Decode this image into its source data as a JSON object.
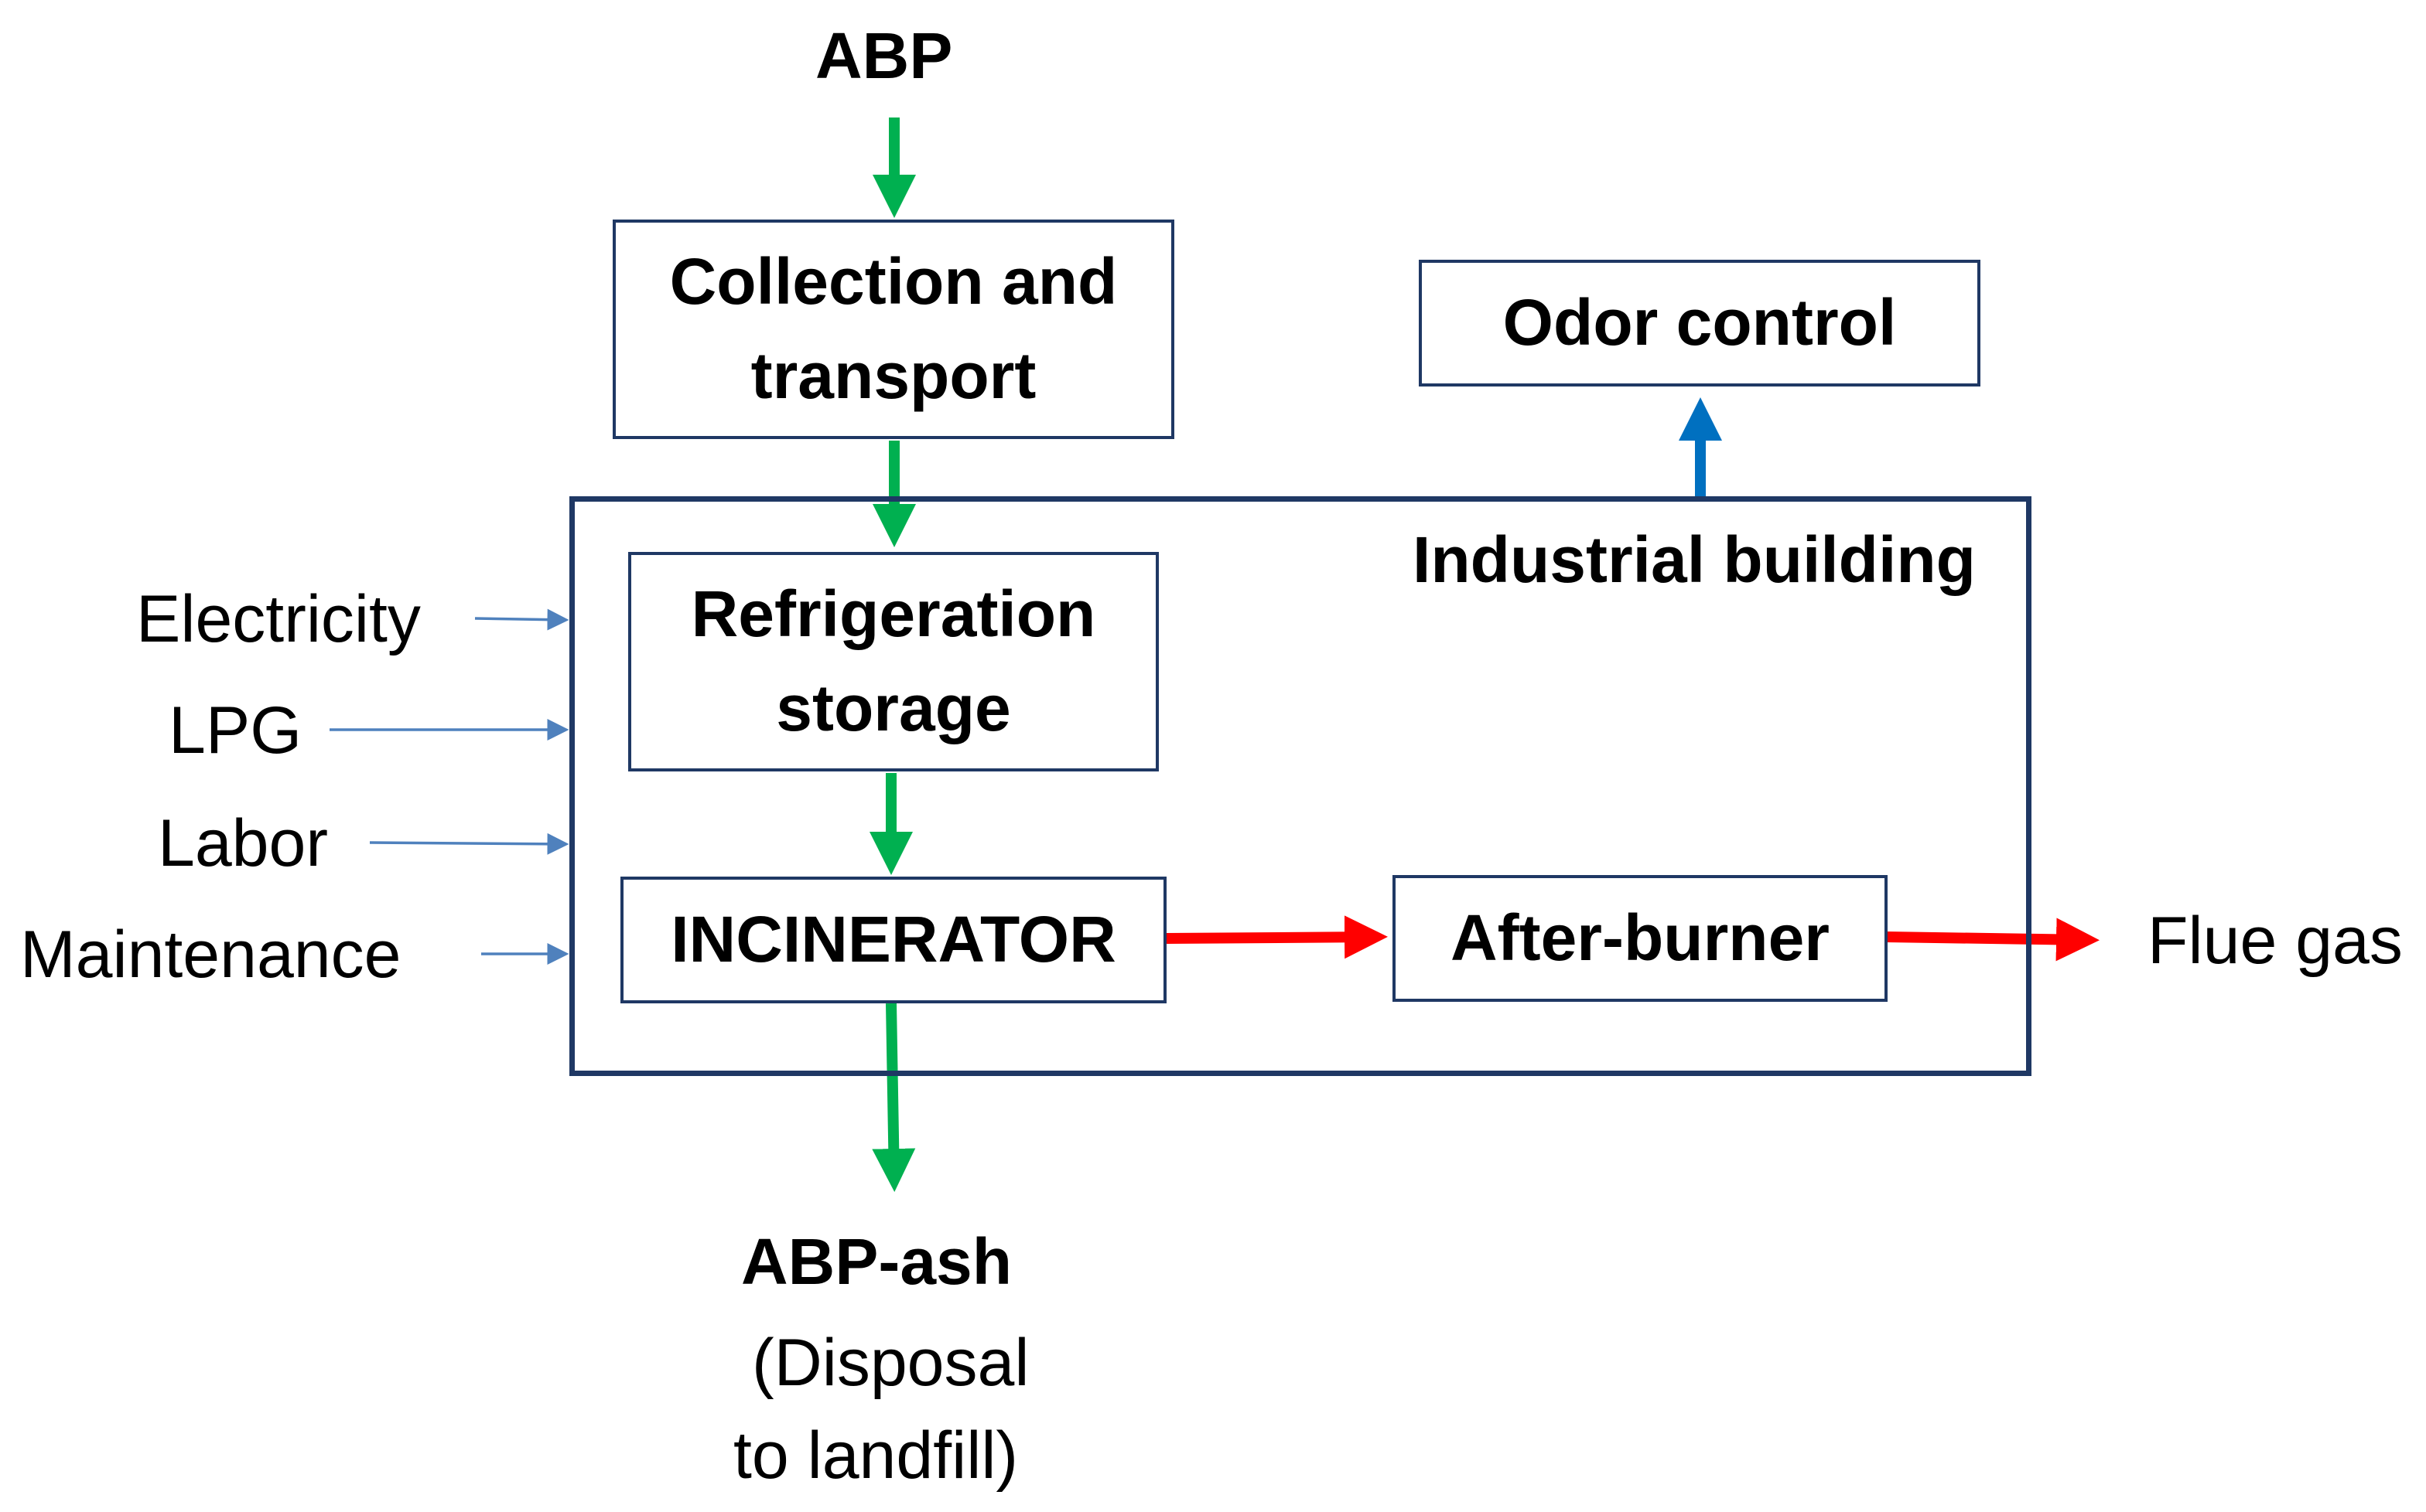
{
  "top_input": "ABP",
  "boxes": {
    "collection": {
      "line1": "Collection and",
      "line2": "transport"
    },
    "refrigeration": {
      "line1": "Refrigeration",
      "line2": "storage"
    },
    "incinerator": "INCINERATOR",
    "afterburner": "After-burner",
    "odor": "Odor control"
  },
  "building_label": "Industrial building",
  "side_inputs": [
    "Electricity",
    "LPG",
    "Labor",
    "Maintenance"
  ],
  "output_ash": {
    "label": "ABP-ash",
    "note_line1": "(Disposal",
    "note_line2": "to landfill)"
  },
  "output_flue": "Flue gas",
  "colors": {
    "material_flow": "#00b050",
    "gas_flow": "#ff0000",
    "odor_flow": "#0070c0",
    "input_arrow": "#4f81bd",
    "box_border": "#1f3864"
  }
}
